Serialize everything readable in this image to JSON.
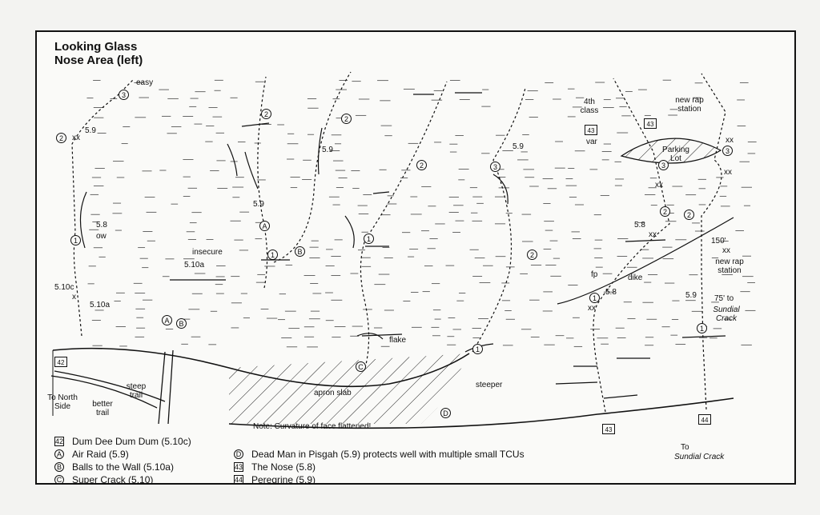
{
  "title": {
    "line1": "Looking Glass",
    "line2": "Nose Area (left)"
  },
  "labels": {
    "easy": "easy",
    "g59a": "5.9",
    "xx_left": "xx",
    "g58": "5.8",
    "ow": "ow",
    "g510c": "5.10c",
    "x_left": "x",
    "g510a_low": "5.10a",
    "insecure": "insecure",
    "g510a": "5.10a",
    "g59_a_route": "5.9",
    "g59_b_route": "5.9",
    "flake": "flake",
    "apron_slab": "apron slab",
    "note": "Note: Curvature of face flattened!",
    "steep_trail": "steep trail",
    "better_trail": "better trail",
    "to_north_side": "To North Side",
    "steeper": "steeper",
    "g59_d_route": "5.9",
    "fourth_class": "4th class",
    "var": "var",
    "new_rap_station_top": "new rap station",
    "parking_lot": "Parking Lot",
    "xx_right": "xx",
    "xx_right2": "xx",
    "xx_pl": "xx",
    "g58_nose": "5.8",
    "xx_nose": "xx",
    "g150": "150'",
    "xx_150": "xx",
    "new_rap_station_low": "new rap station",
    "fp": "fp",
    "dike": "dike",
    "g58_low": "5.8",
    "xx_low": "xx",
    "g59_peregrine": "5.9",
    "s75_to": "75' to",
    "sundial_crack": "Sundial Crack",
    "to": "To",
    "sundial_crack_bottom": "Sundial Crack"
  },
  "markers": {
    "c1": "1",
    "c2": "2",
    "c3": "3",
    "A": "A",
    "B": "B",
    "C": "C",
    "D": "D",
    "b42": "42",
    "b43": "43",
    "b44": "44"
  },
  "legend": [
    {
      "marker": "42",
      "shape": "box",
      "text": "Dum Dee Dum Dum (5.10c)"
    },
    {
      "marker": "A",
      "shape": "circle",
      "text": "Air Raid (5.9)"
    },
    {
      "marker": "B",
      "shape": "circle",
      "text": "Balls to the Wall (5.10a)"
    },
    {
      "marker": "C",
      "shape": "circle",
      "text": "Super Crack (5.10)"
    },
    {
      "marker": "D",
      "shape": "circle",
      "text": "Dead Man in Pisgah (5.9) protects well with multiple small TCUs"
    },
    {
      "marker": "43",
      "shape": "box",
      "text": "The Nose (5.8)"
    },
    {
      "marker": "44",
      "shape": "box",
      "text": "Peregrine (5.9)"
    }
  ]
}
